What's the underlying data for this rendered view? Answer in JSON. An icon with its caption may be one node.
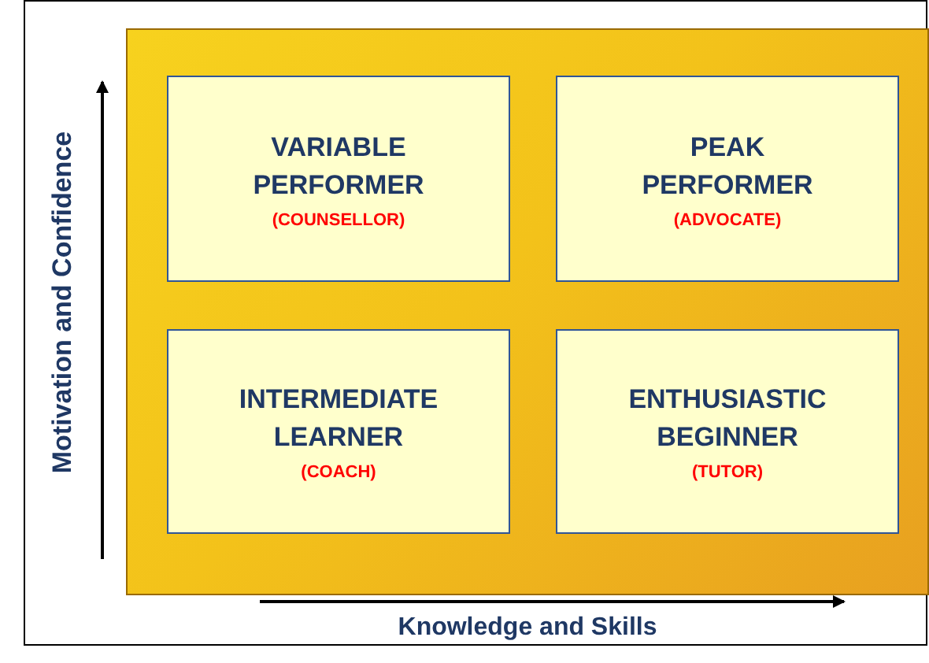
{
  "diagram": {
    "nodes": [
      {
        "text": [],
        "shape": "box"
      },
      {
        "text": [
          "VARIABLE PERFORMER",
          "(COUNSELLOR)"
        ],
        "in": 0
      },
      {
        "text": [
          "PEAK PERFORMER",
          "(ADVOCATE)"
        ],
        "in": 0
      },
      {
        "text": [
          "INTERMEDIATE LEARNER",
          "(COACH)"
        ],
        "in": 0
      },
      {
        "text": [
          "ENTHUSIASTIC BEGINNER",
          "(TUTOR)"
        ],
        "in": 0
      }
    ],
    "edges": [],
    "labels": [
      "Motivation and Confidence",
      "Knowledge and Skills"
    ]
  }
}
